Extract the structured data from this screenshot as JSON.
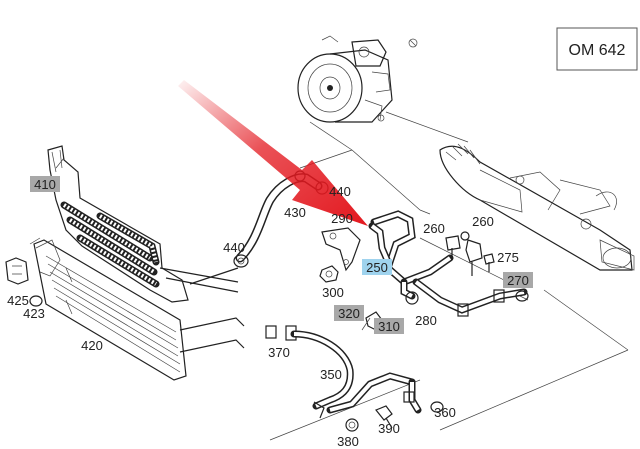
{
  "engine_badge": "OM 642",
  "colors": {
    "arrow": "#e3181f",
    "tag_gray": "#a8a8a8",
    "tag_blue": "#9fd3ee",
    "badge_border": "#555555"
  },
  "labels": {
    "p410": "410",
    "p425": "425",
    "p423": "423",
    "p420": "420",
    "p440_left": "440",
    "p430": "430",
    "p440_top": "440",
    "p290": "290",
    "p260_a": "260",
    "p260_b": "260",
    "p250": "250",
    "p275": "275",
    "p270": "270",
    "p300": "300",
    "p320": "320",
    "p310": "310",
    "p280": "280",
    "p370": "370",
    "p350": "350",
    "p360": "360",
    "p390": "390",
    "p380": "380"
  }
}
